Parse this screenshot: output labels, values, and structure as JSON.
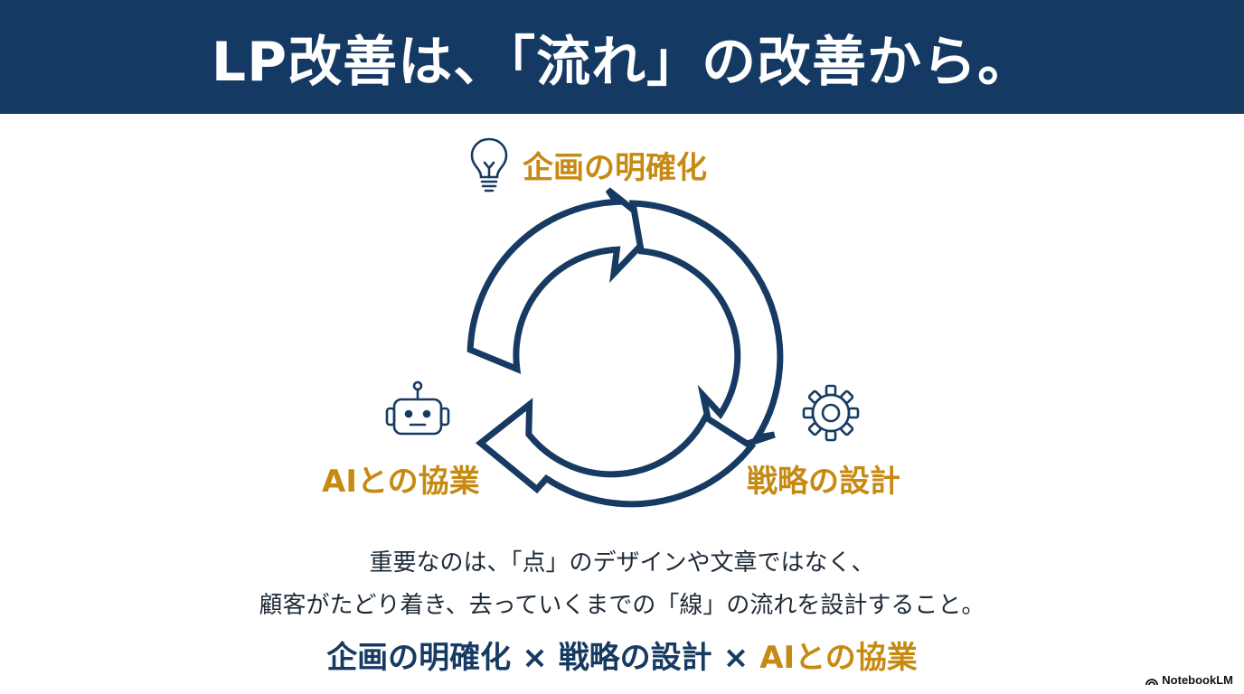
{
  "header": {
    "title": "LP改善は、「流れ」の改善から。"
  },
  "cycle": {
    "steps": [
      {
        "label": "企画の明確化",
        "icon": "lightbulb-icon"
      },
      {
        "label": "戦略の設計",
        "icon": "gear-icon"
      },
      {
        "label": "AIとの協業",
        "icon": "robot-icon"
      }
    ]
  },
  "description": {
    "line1": "重要なのは、「点」のデザインや文章ではなく、",
    "line2": "顧客がたどり着き、去っていくまでの「線」の流れを設計すること。"
  },
  "summary": {
    "part1": "企画の明確化",
    "sep1": "×",
    "part2": "戦略の設計",
    "sep2": "×",
    "part3": "AIとの協業"
  },
  "brand": {
    "name": "NotebookLM"
  },
  "colors": {
    "navy": "#143a64",
    "gold": "#c68a12",
    "text": "#1e2a38"
  }
}
